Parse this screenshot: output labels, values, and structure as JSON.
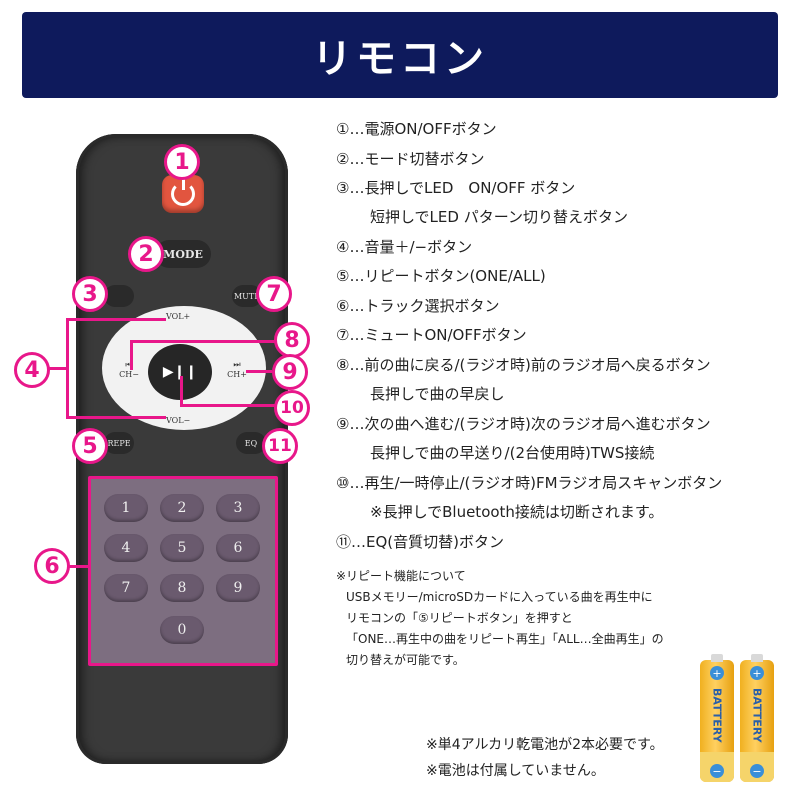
{
  "header": {
    "title": "リモコン",
    "bg_color": "#0e1a5c"
  },
  "accent_color": "#e8178a",
  "remote": {
    "mode_label": "MODE",
    "led_label": "",
    "mute_label": "MUTE",
    "repe_label": "REPE",
    "eq_label": "EQ",
    "vol_plus": "VOL+",
    "vol_minus": "VOL−",
    "ch_minus": "CH−",
    "ch_plus": "CH+",
    "keys": [
      "1",
      "2",
      "3",
      "4",
      "5",
      "6",
      "7",
      "8",
      "9",
      "0"
    ]
  },
  "callouts": [
    "1",
    "2",
    "3",
    "4",
    "5",
    "6",
    "7",
    "8",
    "9",
    "10",
    "11"
  ],
  "descriptions": [
    "①…電源ON/OFFボタン",
    "②…モード切替ボタン",
    "③…長押しでLED　ON/OFF ボタン",
    "短押しでLED パターン切り替えボタン",
    "④…音量＋/−ボタン",
    "⑤…リピートボタン(ONE/ALL)",
    "⑥…トラック選択ボタン",
    "⑦…ミュートON/OFFボタン",
    "⑧…前の曲に戻る/(ラジオ時)前のラジオ局へ戻るボタン",
    "長押しで曲の早戻し",
    "⑨…次の曲へ進む/(ラジオ時)次のラジオ局へ進むボタン",
    "長押しで曲の早送り/(2台使用時)TWS接続",
    "⑩…再生/一時停止/(ラジオ時)FMラジオ局スキャンボタン",
    "※長押しでBluetooth接続は切断されます。",
    "⑪…EQ(音質切替)ボタン"
  ],
  "repeat_note": {
    "title": "※リピート機能について",
    "lines": [
      "USBメモリー/microSDカードに入っている曲を再生中に",
      "リモコンの「⑤リピートボタン」を押すと",
      "「ONE…再生中の曲をリピート再生」「ALL…全曲再生」の",
      "切り替えが可能です。"
    ]
  },
  "battery_notes": [
    "※単4アルカリ乾電池が2本必要です。",
    "※電池は付属していません。"
  ],
  "battery_label": "BATTERY",
  "battery_size": "単4",
  "icons": {
    "power": "power-icon",
    "play_pause": "play-pause-icon",
    "prev": "previous-track-icon",
    "next": "next-track-icon"
  }
}
